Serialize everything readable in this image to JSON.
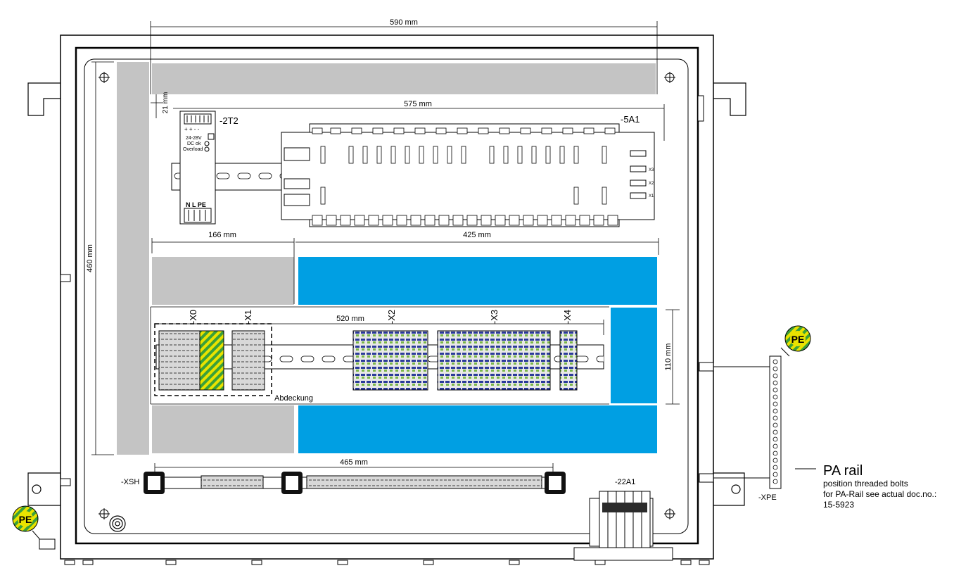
{
  "dimensions": {
    "top": "590 mm",
    "rail": "575 mm",
    "vertical_small": "21 mm",
    "height": "460 mm",
    "left_duct": "166 mm",
    "right_duct": "425 mm",
    "terminals": "520 mm",
    "duct_height": "110 mm",
    "shield_bar": "465 mm"
  },
  "components": {
    "psu": "-2T2",
    "plc": "-5A1",
    "psu_terms_top": "+ + - -",
    "psu_volt": "24-28V",
    "psu_dc": "DC ok",
    "psu_overload": "Overload",
    "psu_terms_bottom": "N L PE",
    "x0": "-X0",
    "x1": "-X1",
    "x2": "-X2",
    "x3": "-X3",
    "x4": "-X4",
    "cover": "Abdeckung",
    "xsh": "-XSH",
    "a22": "-22A1",
    "xpe": "-XPE",
    "plc_x1": "X1",
    "plc_x2": "X2",
    "plc_x3": "X3"
  },
  "pe_label": "PE",
  "pa_rail": {
    "title": "PA rail",
    "line1": "position threaded bolts",
    "line2": "for PA-Rail see actual doc.no.:",
    "line3": "15-5923"
  },
  "colors": {
    "duct_gray": "#c4c4c4",
    "duct_blue": "#009fe3",
    "terminal_blue": "#2b3a9a",
    "terminal_green": "#7ab648",
    "pe_yellow": "#e9e300",
    "pe_green": "#3aa03a"
  }
}
